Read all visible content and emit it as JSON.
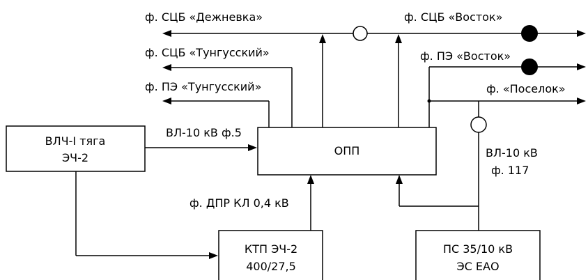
{
  "boxes": {
    "vlch": {
      "line1": "ВЛЧ-I тяга",
      "line2": "ЭЧ-2"
    },
    "opp": {
      "label": "ОПП"
    },
    "ktp": {
      "line1": "КТП ЭЧ-2",
      "line2": "400/27,5"
    },
    "ps": {
      "line1": "ПС 35/10 кВ",
      "line2": "ЭС ЕАО"
    }
  },
  "feeders": {
    "dezhnevka": "ф. СЦБ «Дежневка»",
    "vostok_scb": "ф. СЦБ «Восток»",
    "tungussky_scb": "ф. СЦБ «Тунгусский»",
    "vostok_pe": "ф. ПЭ «Восток»",
    "tungussky_pe": "ф. ПЭ «Тунгусский»",
    "poselok": "ф. «Поселок»"
  },
  "lines": {
    "vl10_f5": "ВЛ-10 кВ ф.5",
    "vl10_right_1": "ВЛ-10 кВ",
    "vl10_right_2": "ф. 117",
    "dpr": "ф. ДПР КЛ 0,4 кВ"
  }
}
